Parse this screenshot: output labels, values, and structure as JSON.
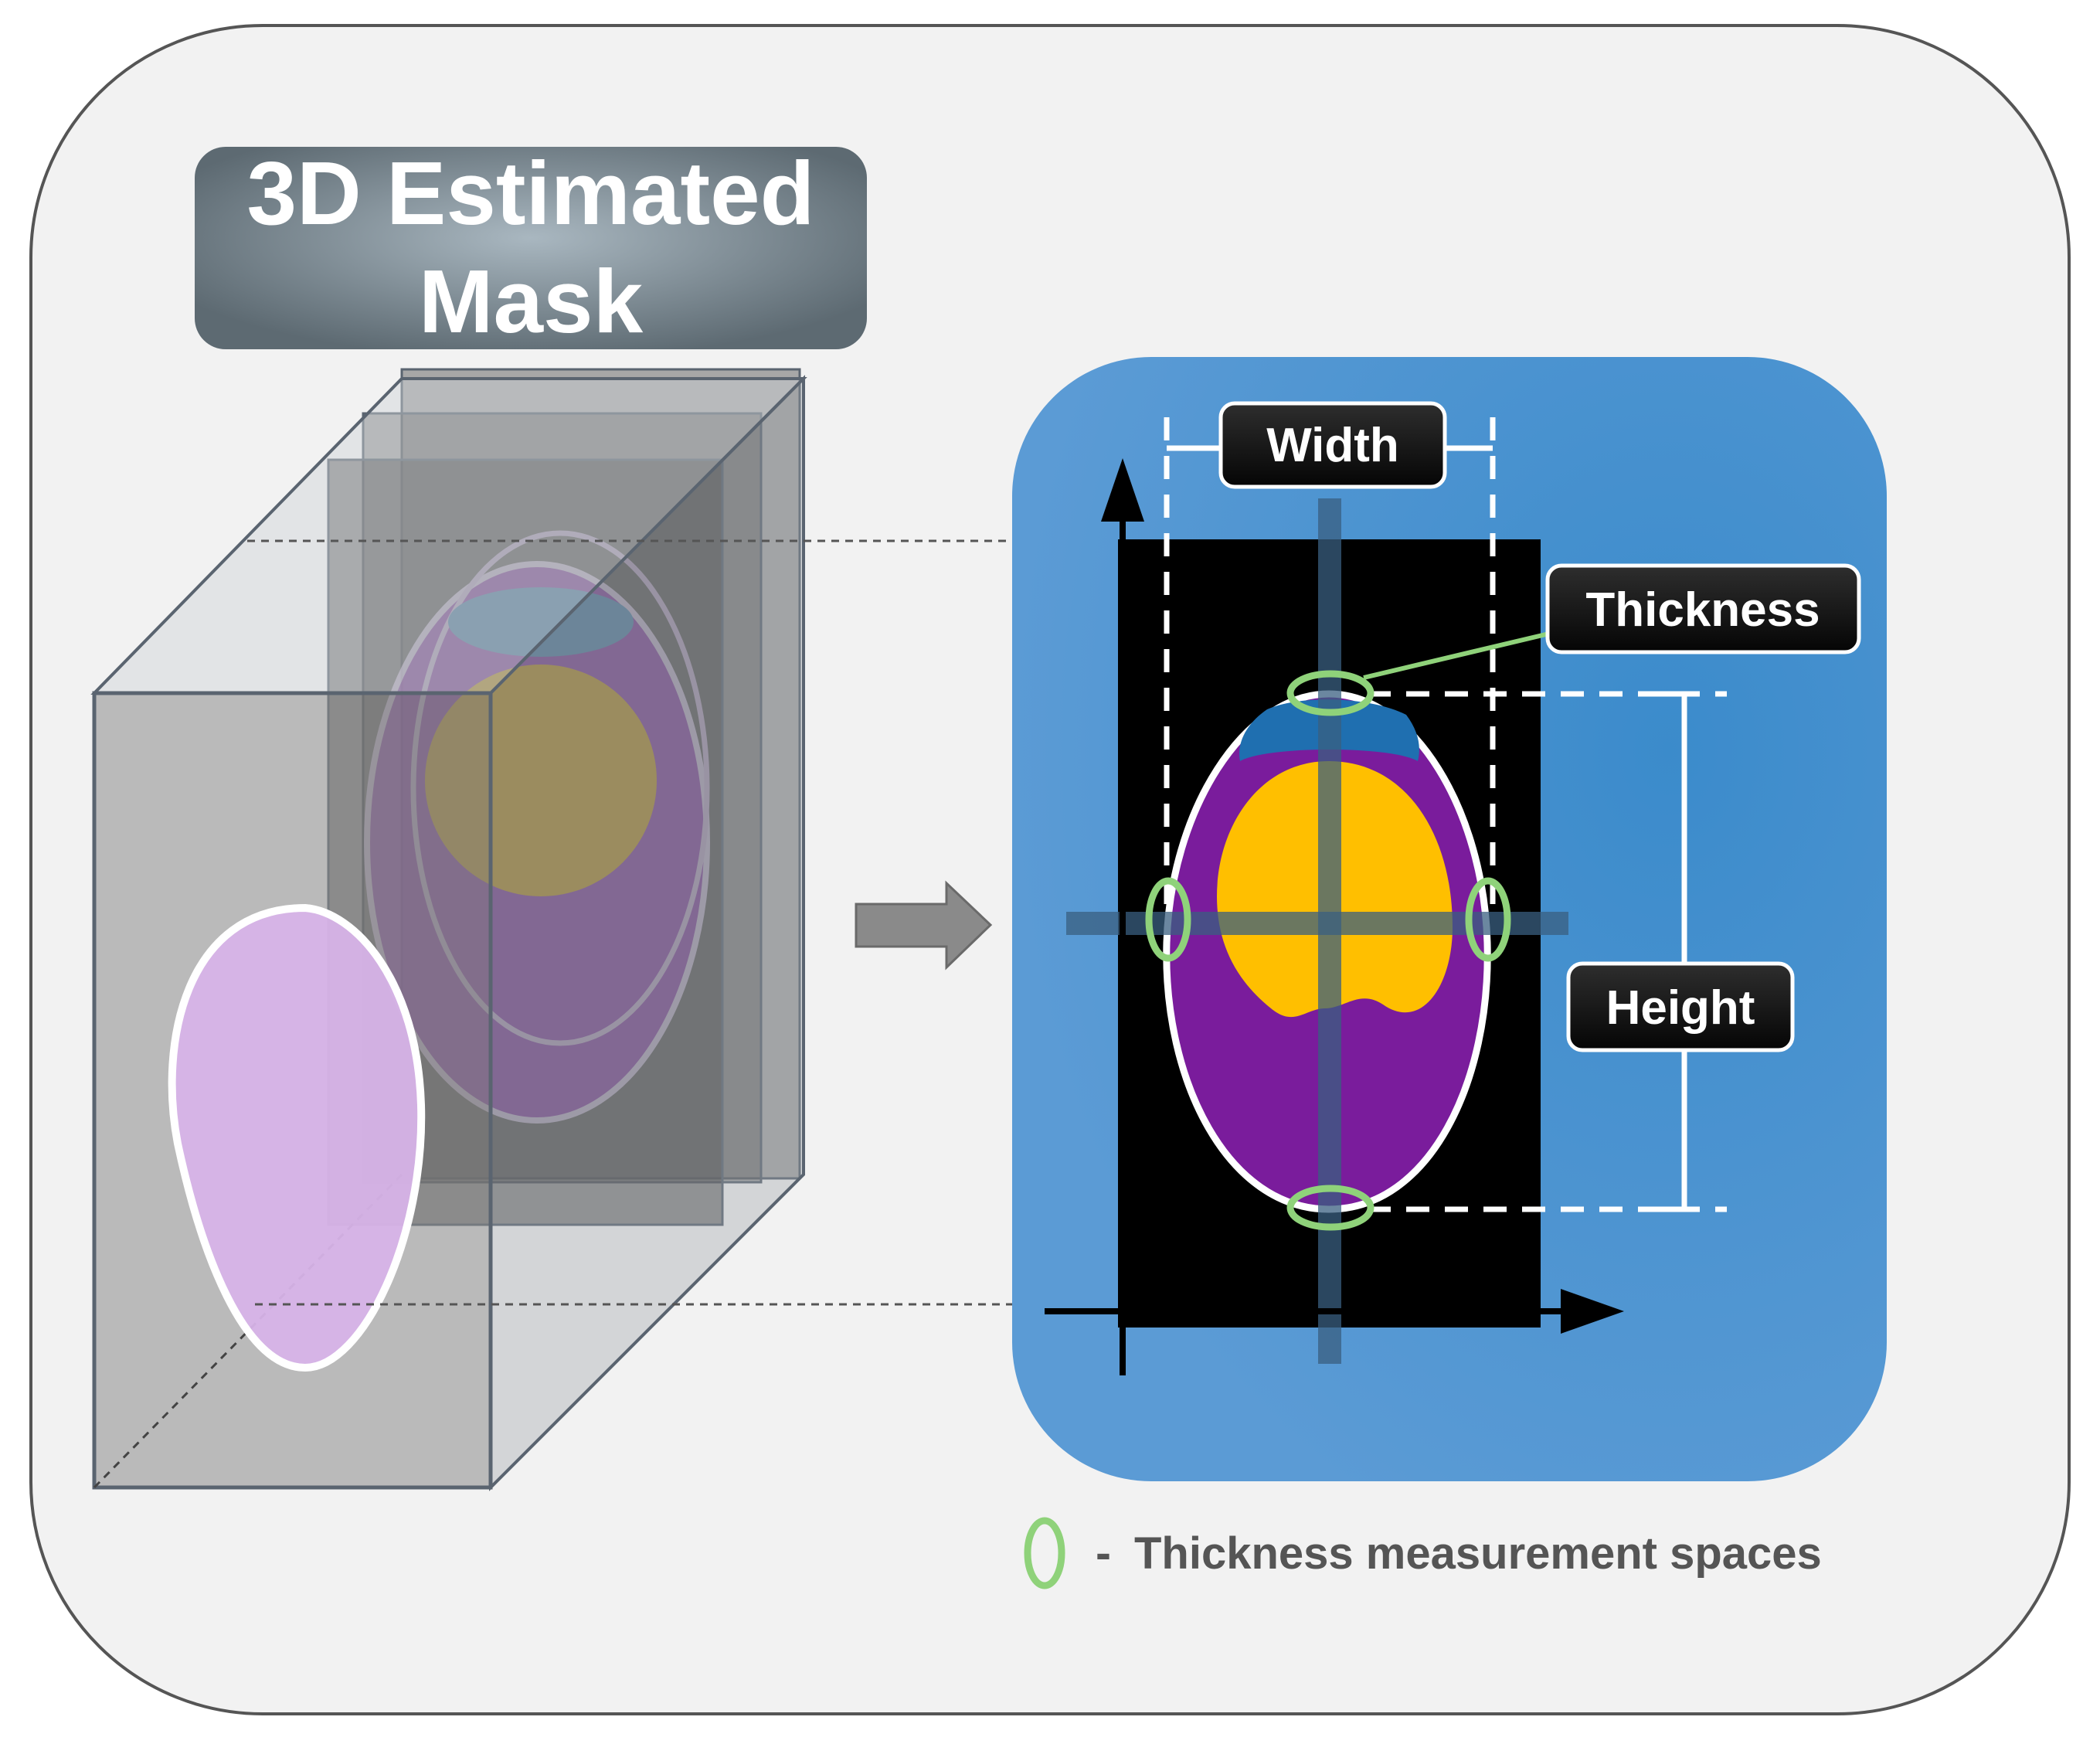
{
  "title": {
    "line1": "3D Estimated",
    "line2": "Mask"
  },
  "labels": {
    "width": "Width",
    "thickness": "Thickness",
    "height": "Height"
  },
  "legend": {
    "separator": "-",
    "text": "Thickness measurement spaces"
  },
  "colors": {
    "background_panel": "#f2f2f2",
    "blue_panel": "#4a90cc",
    "mask_purple": "#7a1c9c",
    "mask_orange": "#ffbf00",
    "mask_blue_cap": "#1f6fb0",
    "ring_green": "#8fd27a",
    "label_box": "#111111",
    "title_box": "#6e7b84"
  },
  "icons": {
    "arrow": "right-arrow-icon",
    "legend_marker": "green-ellipse-icon"
  }
}
